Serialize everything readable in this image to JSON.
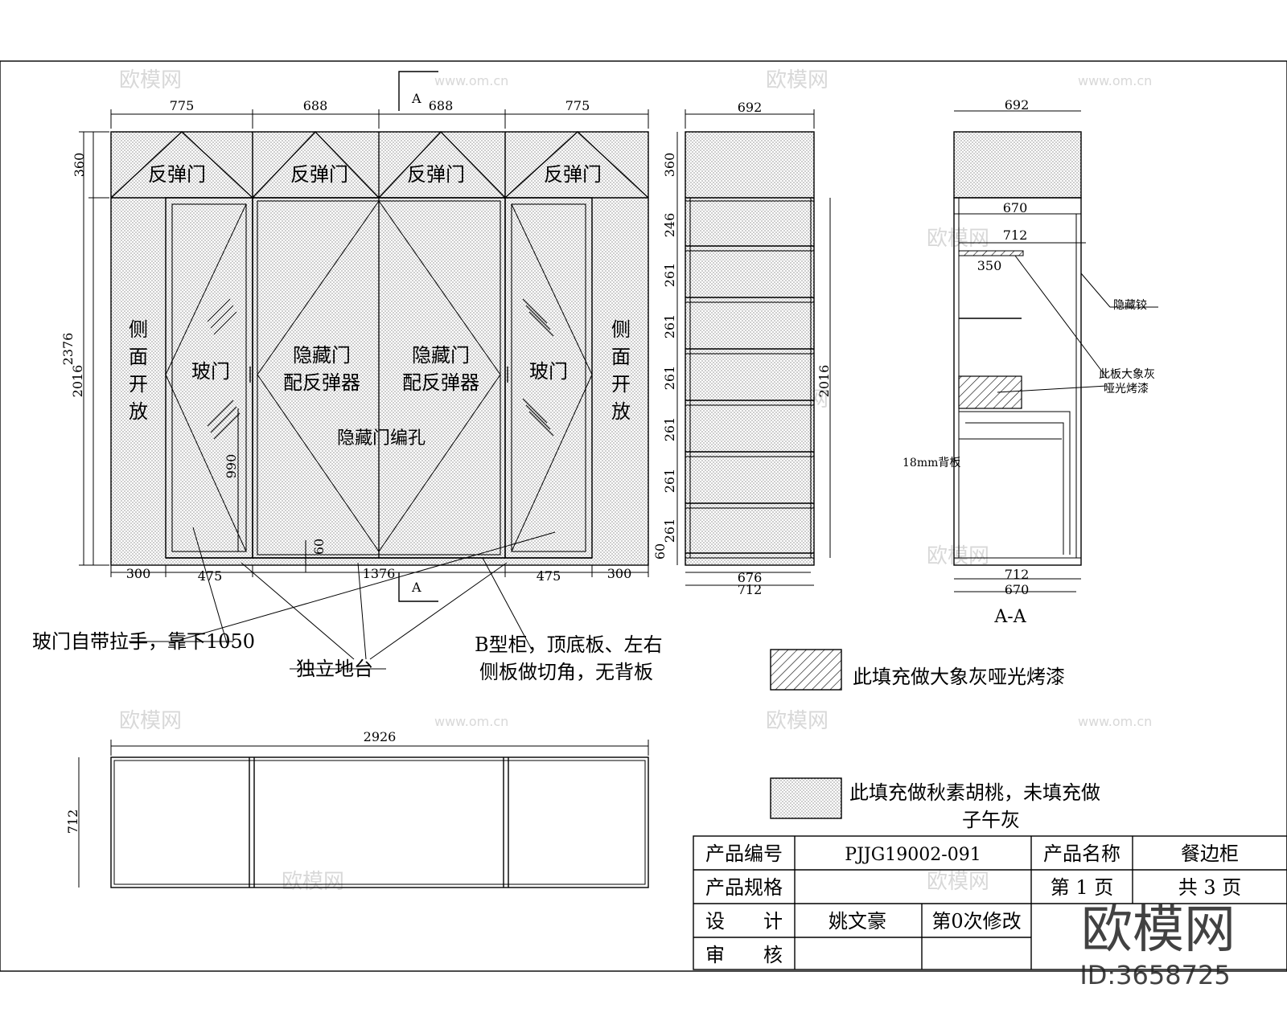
{
  "front_view": {
    "top_dims": [
      "775",
      "688",
      "688",
      "775"
    ],
    "section_mark_top": "A",
    "section_mark_bottom": "A",
    "height_total": "2376",
    "height_body": "2016",
    "height_top": "360",
    "top_doors": [
      "反弹门",
      "反弹门",
      "反弹门",
      "反弹门"
    ],
    "side_left": [
      "侧",
      "面",
      "开",
      "放"
    ],
    "side_right": [
      "侧",
      "面",
      "开",
      "放"
    ],
    "glass_door_left": "玻门",
    "glass_door_right": "玻门",
    "hidden_door_line1": "隐藏门",
    "hidden_door_line2": "配反弹器",
    "hidden_door_hole": "隐藏门编孔",
    "handle_height": "990",
    "base_height": "60",
    "bottom_dims": [
      "300",
      "475",
      "1376",
      "475",
      "300"
    ]
  },
  "notes": {
    "handle": "玻门自带拉手，靠下1050",
    "plinth": "独立地台",
    "cabinet_b_line1": "B型柜，顶底板、左右",
    "cabinet_b_line2": "侧板做切角，无背板"
  },
  "side_view": {
    "top_dim": "692",
    "top_height": "360",
    "shelf_heights": [
      "246",
      "261",
      "261",
      "261",
      "261",
      "261",
      "261"
    ],
    "body_height": "2016",
    "base_height": "60",
    "bottom_dim_inner": "676",
    "bottom_dim_outer": "712"
  },
  "section_view": {
    "top_dim": "692",
    "inner_670": "670",
    "inner_712": "712",
    "inner_350": "350",
    "hidden_hinge": "隐藏铰",
    "board_note_line1": "此板大象灰",
    "board_note_line2": "哑光烤漆",
    "back_panel": "18mm背板",
    "bottom_712": "712",
    "bottom_670": "670",
    "title": "A-A"
  },
  "legend": {
    "hatch_text": "此填充做大象灰哑光烤漆",
    "dots_text_line1": "此填充做秋素胡桃，未填充做",
    "dots_text_line2": "子午灰"
  },
  "plan_view": {
    "width": "2926",
    "depth": "712"
  },
  "title_block": {
    "product_no_label": "产品编号",
    "product_no": "PJJG19002-091",
    "product_name_label": "产品名称",
    "product_name": "餐边柜",
    "spec_label": "产品规格",
    "spec_value": "",
    "page_label": "第 1 页",
    "total_label": "共 3 页",
    "design_label": "设　　计",
    "designer": "姚文豪",
    "revision": "第0次修改",
    "review_label": "审　　核",
    "reviewer": ""
  },
  "brand": {
    "logo": "欧模网",
    "id": "ID:3658725"
  },
  "watermarks": {
    "logo": "欧模网",
    "url": "www.om.cn"
  }
}
